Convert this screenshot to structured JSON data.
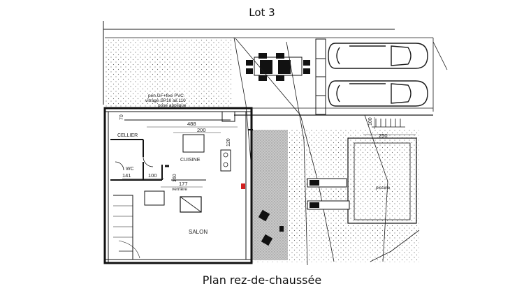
{
  "header": {
    "title": "Lot 3"
  },
  "footer": {
    "caption": "Plan rez-de-chaussée"
  },
  "rooms": {
    "cellier": "CELLIER",
    "cuisine": "CUISINE",
    "wc": "WC",
    "salon": "SALON",
    "piscine": "piscine"
  },
  "dimensions": {
    "d488": "488",
    "d200": "200",
    "d120": "120",
    "d70": "70",
    "d141": "141",
    "d100": "100",
    "d160": "160",
    "d177": "177",
    "d100b": "100",
    "d250": "250"
  },
  "annotations": {
    "porte_l1": "pen.GF+fixe PVC",
    "porte_l2": "vitrage SP10 ail.110",
    "porte_l3": "pose applique",
    "verriere": "verrière"
  },
  "colors": {
    "line": "#1a1a1a",
    "hatch": "#555555",
    "terrace": "#bdbdbd",
    "accent": "#d22020"
  }
}
